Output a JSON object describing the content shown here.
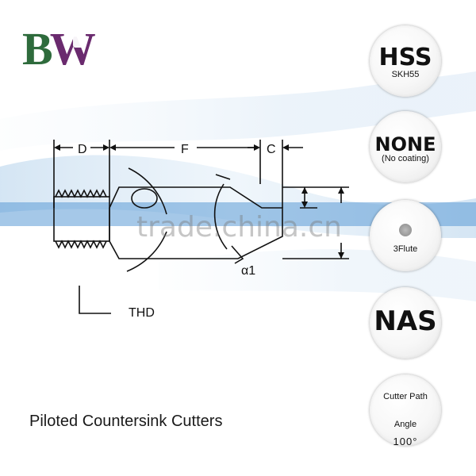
{
  "logo": {
    "text_b": "B",
    "text_w": "W",
    "color_b": "#2e6b3c",
    "color_w": "#6a2a6e"
  },
  "diagram": {
    "dimensions": {
      "d": "D",
      "f": "F",
      "c": "C",
      "thread": "THD",
      "angle": "α1"
    },
    "watermark": "trade.china.cn"
  },
  "title": "Piloted Countersink Cutters",
  "badges": {
    "material": {
      "main": "HSS",
      "sub": "SKH55"
    },
    "coating": {
      "main": "NONE",
      "sub": "(No coating)"
    },
    "flute": {
      "icon": "flute-icon",
      "sub": "3Flute"
    },
    "standard": {
      "main": "NAS"
    },
    "angle": {
      "label_line1": "Cutter Path",
      "label_line2": "Angle",
      "value": "100°"
    }
  },
  "colors": {
    "swoosh_blue": "#bcd7ee",
    "line": "#111111"
  }
}
